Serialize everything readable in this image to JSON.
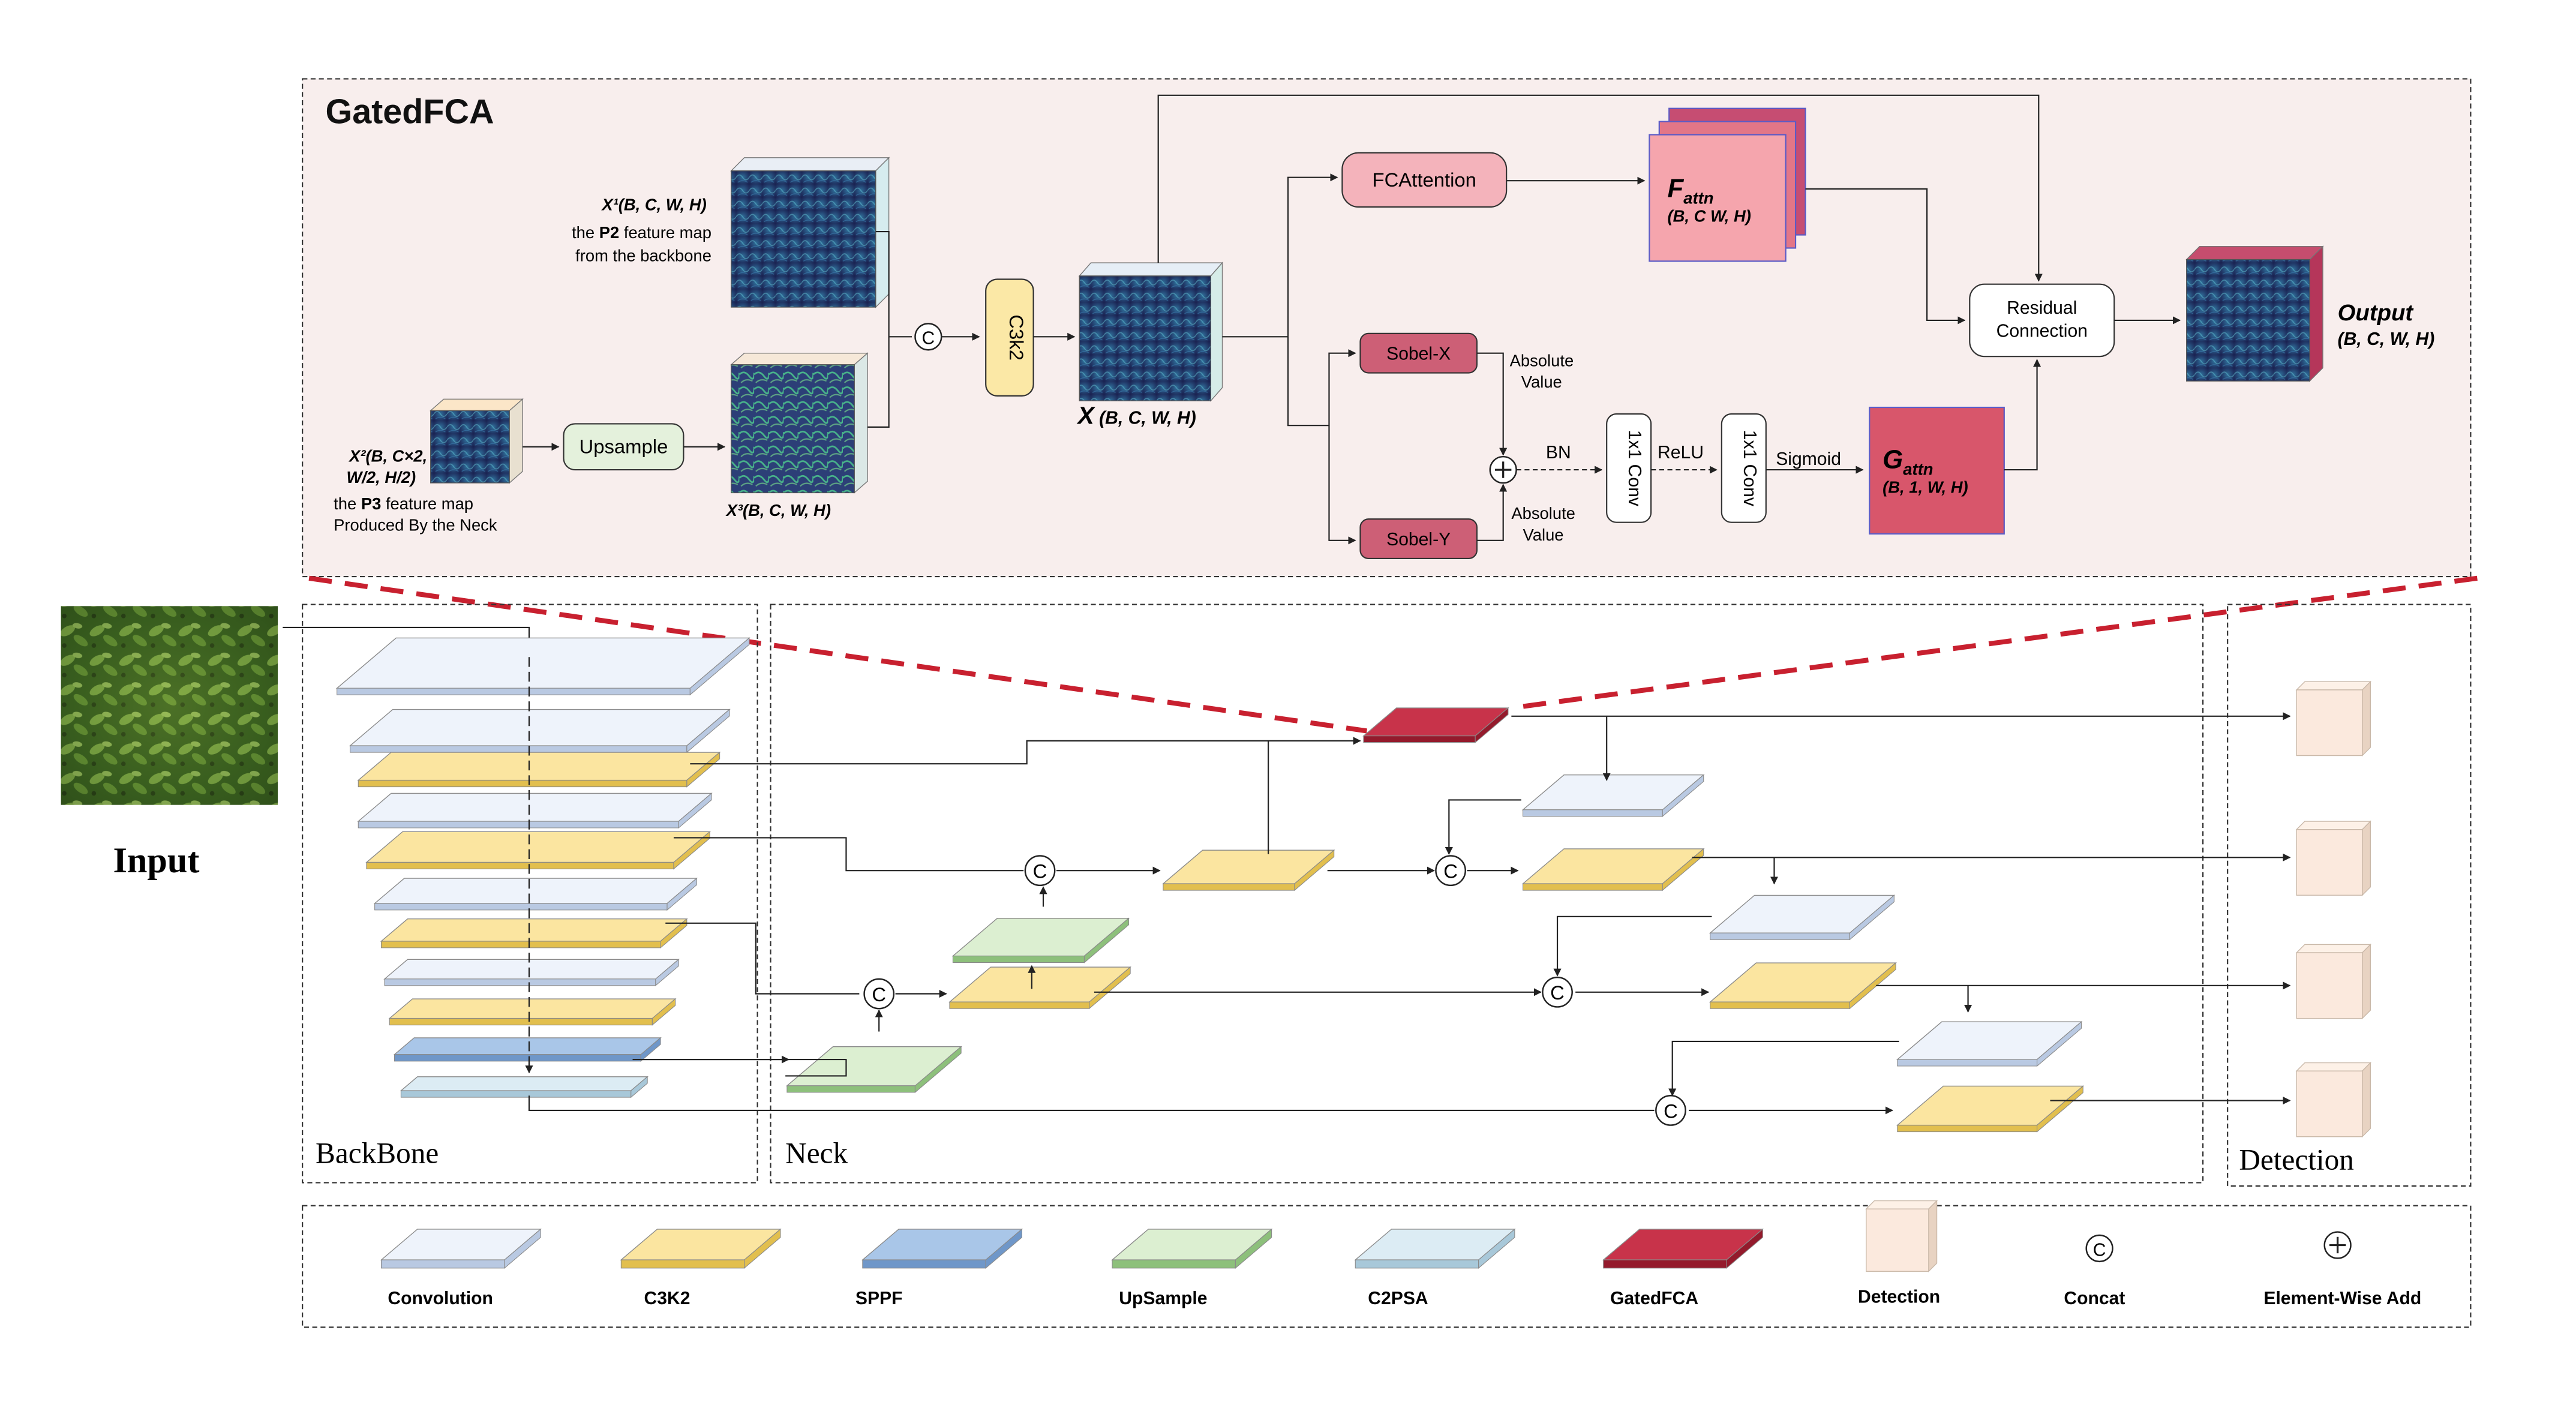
{
  "gated": {
    "title": "GatedFCA",
    "x1_label": "X¹(B, C, W, H)",
    "x1_desc_a": "the",
    "x1_desc_b": "P2",
    "x1_desc_c": "feature map",
    "x1_desc_line2": "from the backbone",
    "x2_label_line1": "X²(B, C×2,",
    "x2_label_line2": "W/2, H/2)",
    "x2_desc_a": "the",
    "x2_desc_b": "P3",
    "x2_desc_c": "feature map",
    "x2_desc_line2": "Produced By the Neck",
    "x3_label": "X³(B, C, W, H)",
    "upsample": "Upsample",
    "c3k2": "C3k2",
    "concat_symbol": "C",
    "x_label_main": "X",
    "x_label_rest": "(B, C, W, H)",
    "fca": "FCAttention",
    "fattn_main": "F",
    "fattn_sub": "attn",
    "fattn_dims": "(B, C W, H)",
    "sobel_x": "Sobel-X",
    "sobel_y": "Sobel-Y",
    "abs1_line1": "Absolute",
    "abs1_line2": "Value",
    "abs2_line1": "Absolute",
    "abs2_line2": "Value",
    "bn": "BN",
    "conv1": "1x1 Conv",
    "relu": "ReLU",
    "conv2": "1x1 Conv",
    "sigmoid": "Sigmoid",
    "gattn_main": "G",
    "gattn_sub": "attn",
    "gattn_dims": "(B, 1, W, H)",
    "residual_line1": "Residual",
    "residual_line2": "Connection",
    "output_main": "Output",
    "output_dims": "(B, C, W, H)"
  },
  "main": {
    "input_label": "Input",
    "backbone_label": "BackBone",
    "neck_label": "Neck",
    "detection_label": "Detection",
    "concat_symbol": "C"
  },
  "legend": {
    "convolution": "Convolution",
    "c3k2": "C3K2",
    "sppf": "SPPF",
    "upsample": "UpSample",
    "c2psa": "C2PSA",
    "gatedfca": "GatedFCA",
    "detection": "Detection",
    "concat": "Concat",
    "concat_symbol": "C",
    "add": "Element-Wise Add"
  },
  "colors": {
    "convolution": "#eef3fb",
    "c3k2": "#fbe5a0",
    "sppf": "#a9c6e8",
    "upsample": "#dcefd1",
    "c2psa": "#dcecf4",
    "gatedfca": "#c8334a",
    "detection": "#fbe9dd",
    "panel_bg": "#f8eeed",
    "dashed_red": "#c8202f"
  }
}
